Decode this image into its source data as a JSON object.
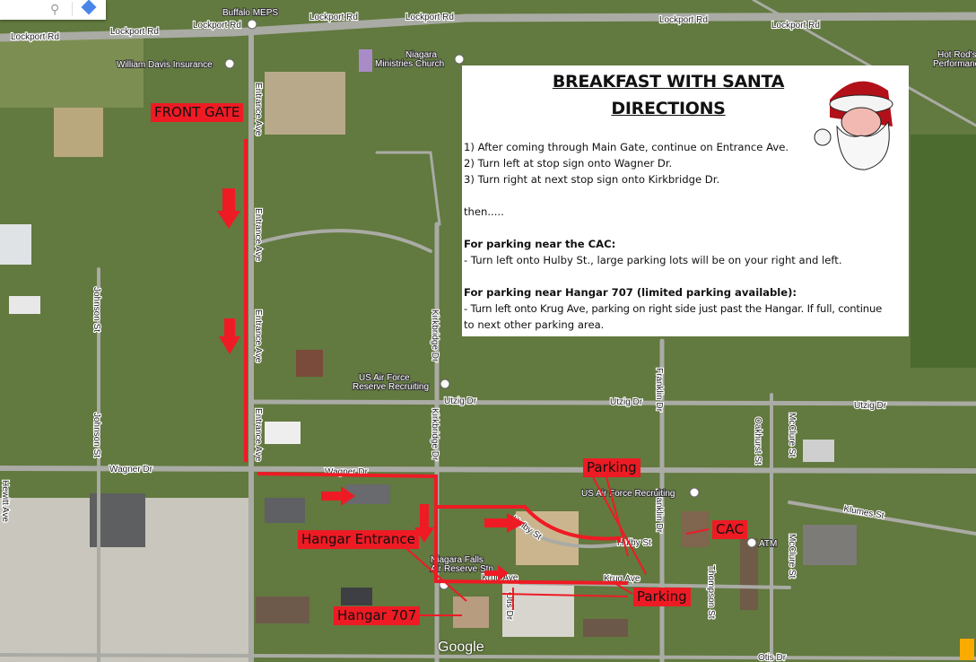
{
  "search": {
    "search_icon": "search-icon",
    "directions_icon": "directions-icon"
  },
  "roads": {
    "lockport": "Lockport Rd",
    "entrance": "Entrance Ave",
    "wagner": "Wagner Dr",
    "utzig": "Utzig Dr",
    "kirkbridge": "Kirkbridge Dr",
    "franklin": "Franklin Dr",
    "hulby": "Hulby St",
    "krug": "Krug Ave",
    "otis": "Otis Dr",
    "johnson": "Johnson St",
    "hewitt": "Hewitt Ave",
    "thompson": "Thompson St",
    "mcclure": "McClure St",
    "klumes": "Klumes St",
    "oakhurst": "Oakhurst St"
  },
  "pois": {
    "buffalo_meps": "Buffalo MEPS",
    "william_davis": "William Davis Insurance",
    "niagara_church_1": "Niagara",
    "niagara_church_2": "Ministries Church",
    "hot_rods_1": "Hot Rod's A",
    "hot_rods_2": "Performanc",
    "usaf_reserve_1": "US Air Force",
    "usaf_reserve_2": "Reserve Recruiting",
    "usaf_recruiting": "US Air Force Recruiting",
    "air_reserve_1": "Niagara Falls",
    "air_reserve_2": "Air Reserve Stn",
    "atm": "ATM"
  },
  "annotations": {
    "front_gate": "FRONT GATE",
    "parking_top": "Parking",
    "cac": "CAC",
    "hangar_entrance": "Hangar Entrance",
    "parking_bottom": "Parking",
    "hangar_707": "Hangar 707",
    "route_color": "#ee1b24"
  },
  "directions": {
    "title_line1": "BREAKFAST WITH SANTA",
    "title_line2": "DIRECTIONS",
    "step1": "1) After coming through Main Gate, continue on Entrance Ave.",
    "step2": "2) Turn left at stop sign onto Wagner Dr.",
    "step3": "3) Turn right at next stop sign onto Kirkbridge Dr.",
    "then": "then.....",
    "cac_heading": "For parking near the CAC:",
    "cac_text": " - Turn left onto Hulby St., large parking lots will be on your right and left.",
    "hangar_heading": "For parking near Hangar 707 (limited parking available):",
    "hangar_text_1": " - Turn left onto Krug Ave, parking on right side just past the Hangar. If full, continue",
    "hangar_text_2": "to next other parking area.",
    "image": "santa-clipart"
  },
  "attribution": "Google"
}
